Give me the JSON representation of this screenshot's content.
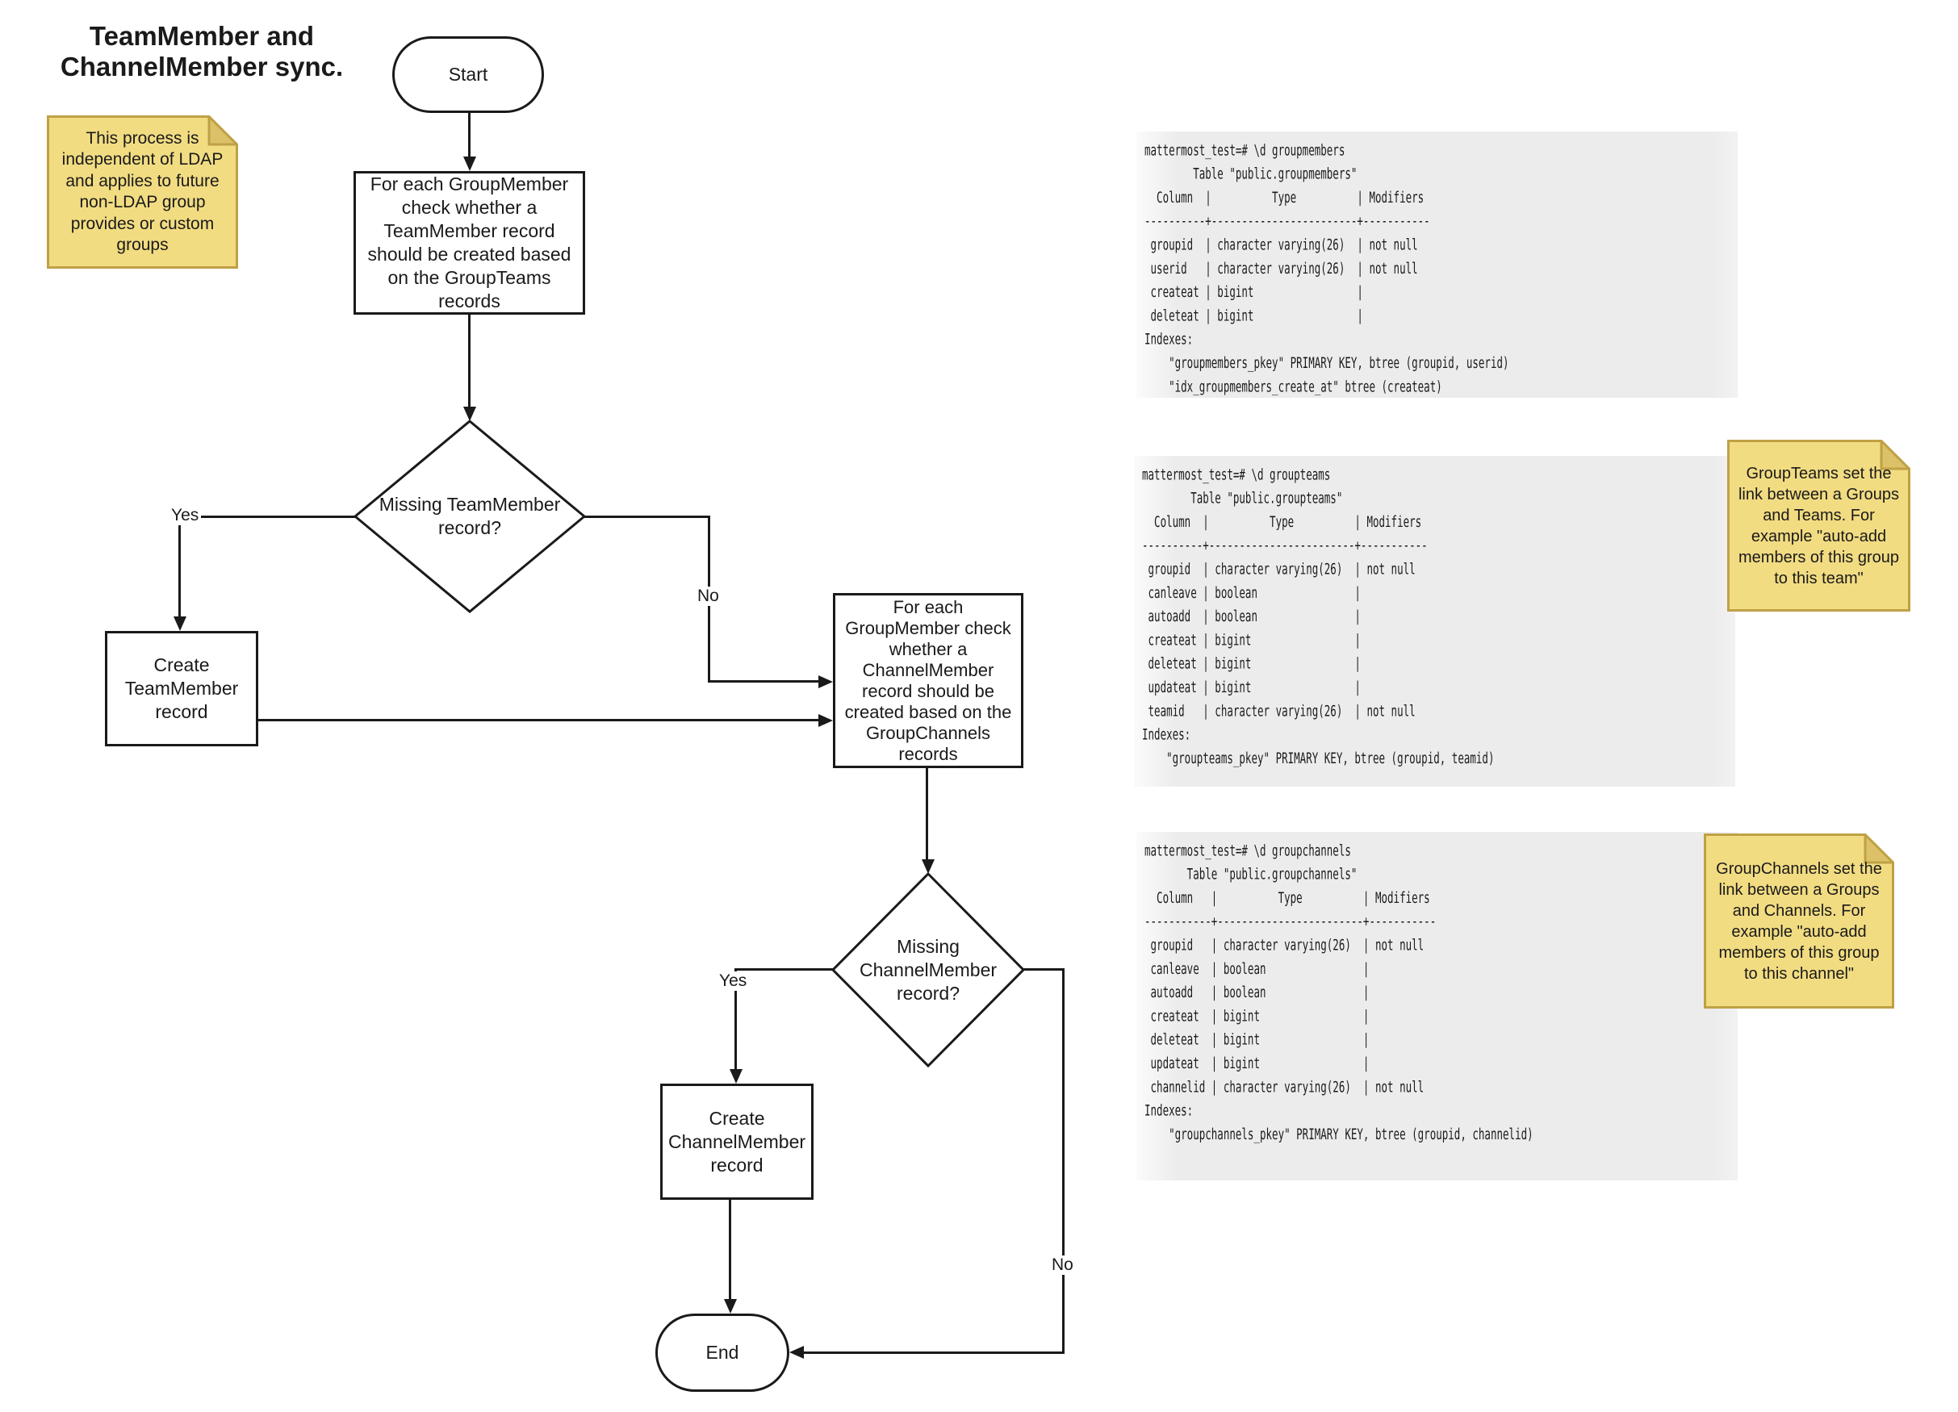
{
  "title": "TeamMember and\nChannelMember sync.",
  "flowchart": {
    "start_label": "Start",
    "step1": "For each GroupMember check whether a TeamMember record should be created based on the GroupTeams records",
    "decision1": "Missing TeamMember\nrecord?",
    "yes1": "Yes",
    "no1": "No",
    "create_team": "Create TeamMember record",
    "step2": "For each GroupMember check whether a ChannelMember record should be created based on the GroupChannels records",
    "decision2": "Missing\nChannelMember\nrecord?",
    "yes2": "Yes",
    "no2": "No",
    "create_channel": "Create ChannelMember record",
    "end_label": "End"
  },
  "notes": {
    "process": "This process is\nindependent of LDAP\nand applies to future\nnon-LDAP group\nprovides or custom\ngroups",
    "groupteams": "GroupTeams set the\nlink between a Groups\nand Teams. For\nexample \"auto-add\nmembers of this group\nto this team\"",
    "groupchannels": "GroupChannels set the\nlink between a Groups\nand Channels. For\nexample \"auto-add\nmembers of this group\nto this channel\""
  },
  "terminals": {
    "groupmembers": {
      "text": "mattermost_test=# \\d groupmembers\n        Table \"public.groupmembers\"\n  Column  |          Type          | Modifiers\n----------+------------------------+-----------\n groupid  | character varying(26)  | not null\n userid   | character varying(26)  | not null\n createat | bigint                 |\n deleteat | bigint                 |\nIndexes:\n    \"groupmembers_pkey\" PRIMARY KEY, btree (groupid, userid)\n    \"idx_groupmembers_create_at\" btree (createat)"
    },
    "groupteams": {
      "text": "mattermost_test=# \\d groupteams\n        Table \"public.groupteams\"\n  Column  |          Type          | Modifiers\n----------+------------------------+-----------\n groupid  | character varying(26)  | not null\n canleave | boolean                |\n autoadd  | boolean                |\n createat | bigint                 |\n deleteat | bigint                 |\n updateat | bigint                 |\n teamid   | character varying(26)  | not null\nIndexes:\n    \"groupteams_pkey\" PRIMARY KEY, btree (groupid, teamid)"
    },
    "groupchannels": {
      "text": "mattermost_test=# \\d groupchannels\n       Table \"public.groupchannels\"\n  Column   |          Type          | Modifiers\n-----------+------------------------+-----------\n groupid   | character varying(26)  | not null\n canleave  | boolean                |\n autoadd   | boolean                |\n createat  | bigint                 |\n deleteat  | bigint                 |\n updateat  | bigint                 |\n channelid | character varying(26)  | not null\nIndexes:\n    \"groupchannels_pkey\" PRIMARY KEY, btree (groupid, channelid)"
    }
  },
  "colors": {
    "line": "#1A1A1A",
    "note_fill": "#F2DC82",
    "note_border": "#BFA145",
    "note_fold": "#DCC169",
    "terminal_bg": "#ECECEC"
  }
}
